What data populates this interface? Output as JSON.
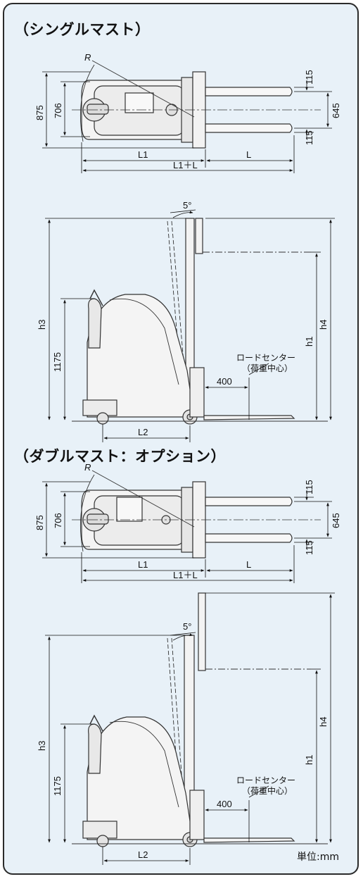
{
  "sections": [
    {
      "heading": "（シングルマスト）",
      "top_view": {
        "radius_label": "R",
        "overall_width": "875",
        "inner_width": "706",
        "fork_offset_top": "115",
        "fork_spread": "645",
        "fork_offset_bottom": "115",
        "body_length": "L1",
        "fork_length": "L",
        "overall_length": "L1＋L"
      },
      "side_view": {
        "tilt_angle": "5°",
        "h3": "h3",
        "h4": "h4",
        "h1": "h1",
        "handle_height": "1175",
        "load_center_label": "ロードセンター",
        "load_center_note": "（荷重中心）",
        "load_center": "400",
        "wheelbase": "L2"
      }
    },
    {
      "heading": "（ダブルマスト：オプション）",
      "top_view": {
        "radius_label": "R",
        "overall_width": "875",
        "inner_width": "706",
        "fork_offset_top": "115",
        "fork_spread": "645",
        "fork_offset_bottom": "115",
        "body_length": "L1",
        "fork_length": "L",
        "overall_length": "L1＋L"
      },
      "side_view": {
        "tilt_angle": "5°",
        "h3": "h3",
        "h4": "h4",
        "h1": "h1",
        "handle_height": "1175",
        "load_center_label": "ロードセンター",
        "load_center_note": "（荷重中心）",
        "load_center": "400",
        "wheelbase": "L2"
      }
    }
  ],
  "unit_label": "単位:mm",
  "colors": {
    "panel_background": "#e8f1f8",
    "panel_border": "#2b2b2b",
    "machine_fill": "#f4f4f4",
    "machine_stroke": "#333333"
  }
}
